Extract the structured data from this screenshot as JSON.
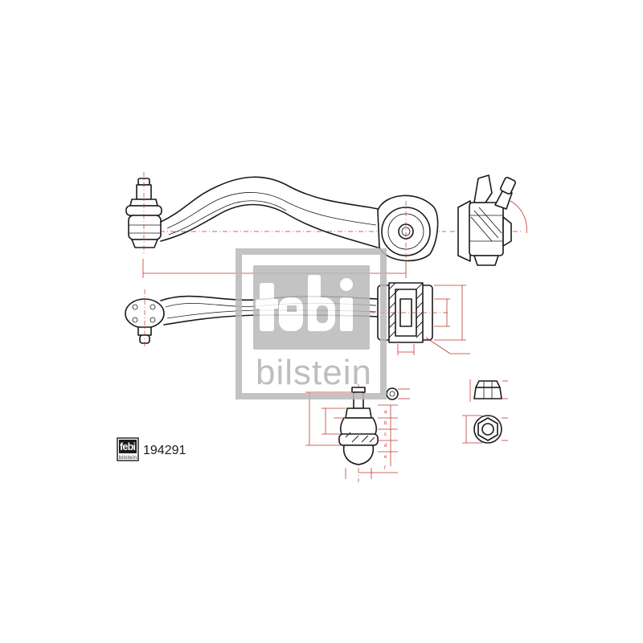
{
  "brand": {
    "logo_text": "febi",
    "logo_subtext": "bilstein",
    "watermark_text": "bilstein",
    "watermark_logo": "febi"
  },
  "part": {
    "number": "194291"
  },
  "colors": {
    "line": "#1a1a1a",
    "dimension": "#c0392b",
    "watermark": "#b9b9b9"
  },
  "dimension_labels": [
    "a",
    "b",
    "c",
    "d",
    "e",
    "f"
  ]
}
